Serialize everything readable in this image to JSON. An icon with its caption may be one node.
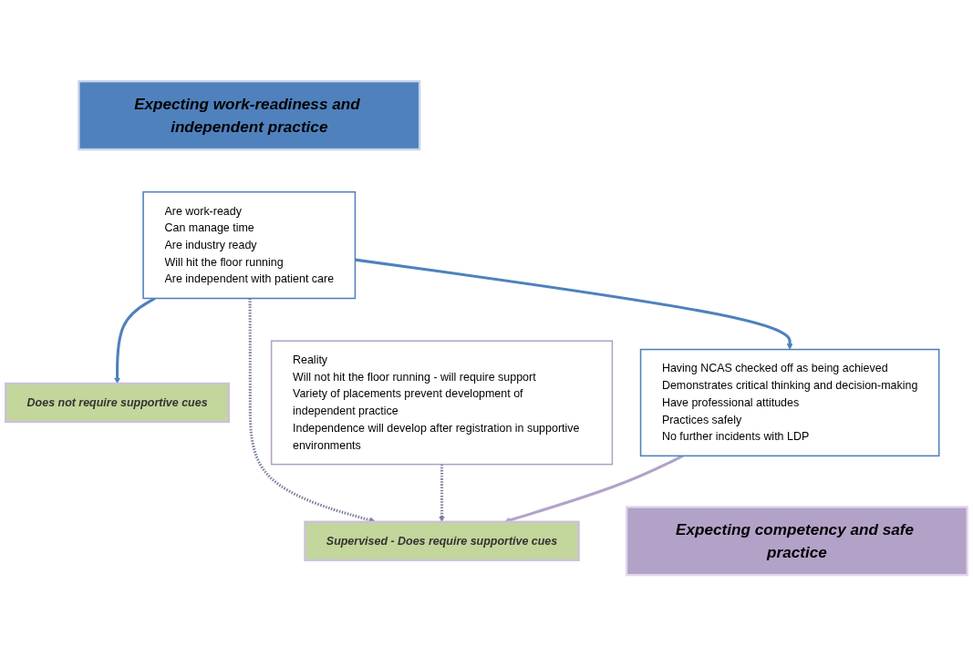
{
  "diagram": {
    "nodes": [
      {
        "text": [
          "Expecting work-readiness and independent practice"
        ]
      },
      {
        "text": [
          "Are work-ready",
          "Can manage time",
          "Are industry ready",
          "Will hit the floor running",
          "Are independent with patient care"
        ]
      },
      {
        "text": [
          "Does not require supportive cues"
        ]
      },
      {
        "text": [
          "Supervised - Does require supportive cues"
        ]
      },
      {
        "text": [
          "Reality",
          "Will not hit the floor running - will require support",
          "Variety of placements prevent development of independent practice",
          "Independence will develop after registration in supportive environments"
        ]
      },
      {
        "text": [
          "Having NCAS checked off as being achieved",
          "Demonstrates critical thinking and decision-making",
          "Have professional attitudes",
          "Practices safely",
          "No further incidents with LDP"
        ]
      },
      {
        "text": [
          "Expecting competency and safe practice"
        ]
      }
    ],
    "edges": [
      {
        "from": 1,
        "to": 2,
        "arrow": "to",
        "color": "#4f81bd"
      },
      {
        "from": 1,
        "to": 5,
        "arrow": "to",
        "color": "#4f81bd"
      },
      {
        "from": 1,
        "to": 3,
        "arrow": "to",
        "style": "dashed",
        "color": "#7f7f9f"
      },
      {
        "from": 4,
        "to": 3,
        "arrow": "to",
        "style": "dashed",
        "color": "#7f7f9f"
      },
      {
        "from": 5,
        "to": 3,
        "arrow": "to",
        "color": "#b3a2c7"
      }
    ]
  }
}
